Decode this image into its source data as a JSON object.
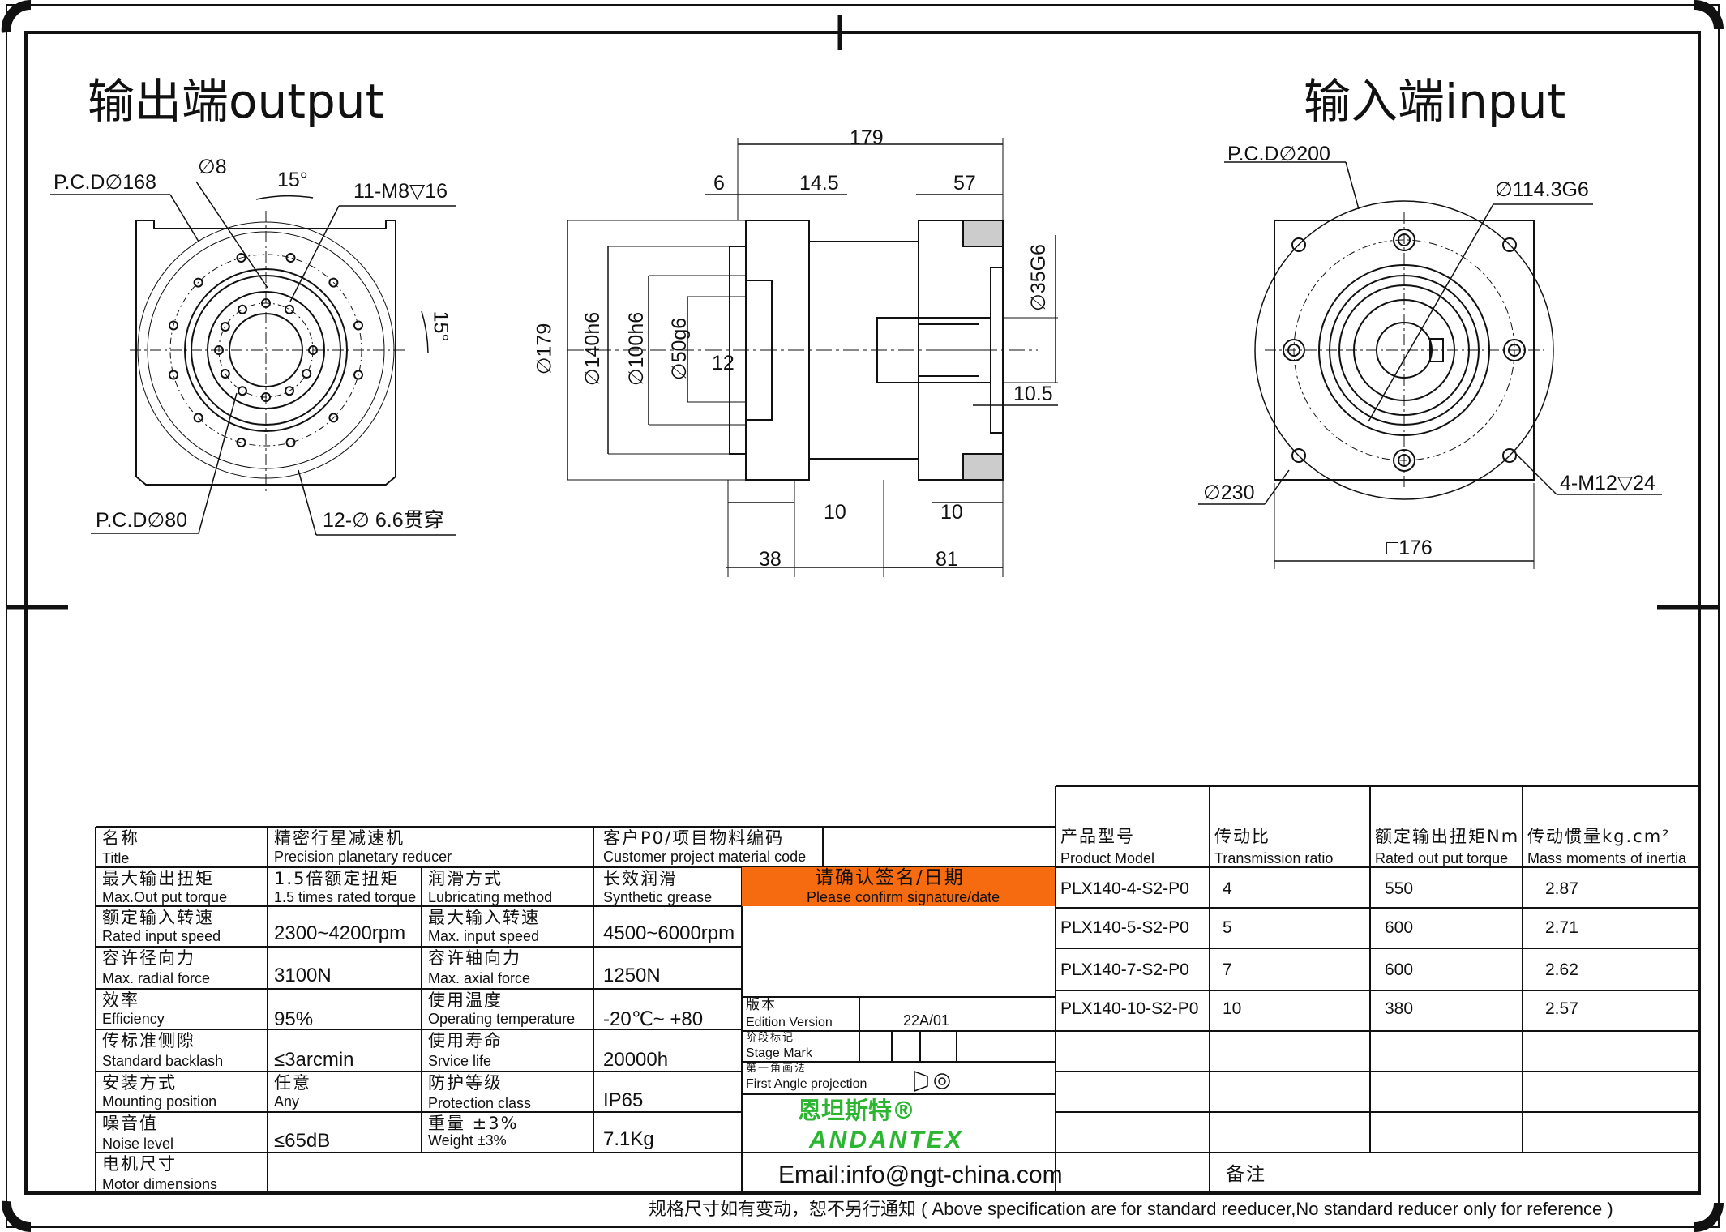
{
  "views": {
    "output_title": "输出端output",
    "input_title": "输入端input"
  },
  "output_view": {
    "pcd_outer": "P.C.D∅168",
    "hole_dia": "∅8",
    "angle_top": "15°",
    "thread_holes": "11-M8▽16",
    "angle_right": "15°",
    "pcd_inner": "P.C.D∅80",
    "through_holes": "12-∅ 6.6贯穿"
  },
  "side_view": {
    "overall_length": "179",
    "d6": "6",
    "d14_5": "14.5",
    "d57": "57",
    "dia179": "∅179",
    "dia140": "∅140h6",
    "dia100": "∅100h6",
    "dia50": "∅50g6",
    "d12": "12",
    "dia35": "∅35G6",
    "d10_5": "10.5",
    "d10_left": "10",
    "d10_right": "10",
    "d38": "38",
    "d81": "81"
  },
  "input_view": {
    "pcd": "P.C.D∅200",
    "bore": "∅114.3G6",
    "outer": "∅230",
    "thread": "4-M12▽24",
    "square": "□176"
  },
  "title_block": {
    "name_cn": "名称",
    "name_en": "Title",
    "name_val_cn": "精密行星减速机",
    "name_val_en": "Precision planetary reducer",
    "customer_cn": "客户P0/项目物料编码",
    "customer_en": "Customer project material code",
    "max_torque_cn": "最大输出扭矩",
    "max_torque_en": "Max.Out put torque",
    "max_torque_val_cn": "1.5倍额定扭矩",
    "max_torque_val_en": "1.5 times rated torque",
    "lub_cn": "润滑方式",
    "lub_en": "Lubricating method",
    "lub_val_cn": "长效润滑",
    "lub_val_en": "Synthetic grease",
    "confirm_cn": "请确认签名/日期",
    "confirm_en": "Please confirm signature/date",
    "rated_speed_cn": "额定输入转速",
    "rated_speed_en": "Rated input speed",
    "rated_speed_val": "2300~4200rpm",
    "max_speed_cn": "最大输入转速",
    "max_speed_en": "Max. input speed",
    "max_speed_val": "4500~6000rpm",
    "radial_cn": "容许径向力",
    "radial_en": "Max. radial force",
    "radial_val": "3100N",
    "axial_cn": "容许轴向力",
    "axial_en": "Max. axial force",
    "axial_val": "1250N",
    "eff_cn": "效率",
    "eff_en": "Efficiency",
    "eff_val": "95%",
    "temp_cn": "使用温度",
    "temp_en": "Operating temperature",
    "temp_val": "-20℃~ +80",
    "backlash_cn": "传标准侧隙",
    "backlash_en": "Standard backlash",
    "backlash_val": "≤3arcmin",
    "life_cn": "使用寿命",
    "life_en": "Srvice life",
    "life_val": "20000h",
    "mount_cn": "安装方式",
    "mount_en": "Mounting position",
    "mount_val_cn": "任意",
    "mount_val_en": "Any",
    "prot_cn": "防护等级",
    "prot_en": "Protection class",
    "prot_val": "IP65",
    "noise_cn": "噪音值",
    "noise_en": "Noise level",
    "noise_val": "≤65dB",
    "weight_cn": "重量 ±3%",
    "weight_en": "Weight ±3%",
    "weight_val": "7.1Kg",
    "motor_cn": "电机尺寸",
    "motor_en": "Motor dimensions",
    "edition_cn": "版本",
    "edition_en": "Edition Version",
    "edition_val": "22A/01",
    "stage_cn": "阶段标记",
    "stage_en": "Stage Mark",
    "proj_cn": "第一角画法",
    "proj_en": "First Angle projection",
    "brand_cn": "恩坦斯特®",
    "brand_en": "ANDANTEX",
    "email": "Email:info@ngt-china.com",
    "remark_cn": "备注"
  },
  "model_table": {
    "headers": [
      {
        "cn": "产品型号",
        "en": "Product Model"
      },
      {
        "cn": "传动比",
        "en": "Transmission ratio"
      },
      {
        "cn": "额定输出扭矩Nm",
        "en": "Rated out put torque"
      },
      {
        "cn": "传动惯量kg.cm²",
        "en": "Mass moments of inertia"
      }
    ],
    "rows": [
      [
        "PLX140-4-S2-P0",
        "4",
        "550",
        "2.87"
      ],
      [
        "PLX140-5-S2-P0",
        "5",
        "600",
        "2.71"
      ],
      [
        "PLX140-7-S2-P0",
        "7",
        "600",
        "2.62"
      ],
      [
        "PLX140-10-S2-P0",
        "10",
        "380",
        "2.57"
      ]
    ]
  },
  "footer": "规格尺寸如有变动，恕不另行通知 ( Above specification are for standard reeducer,No standard reducer only for reference )"
}
